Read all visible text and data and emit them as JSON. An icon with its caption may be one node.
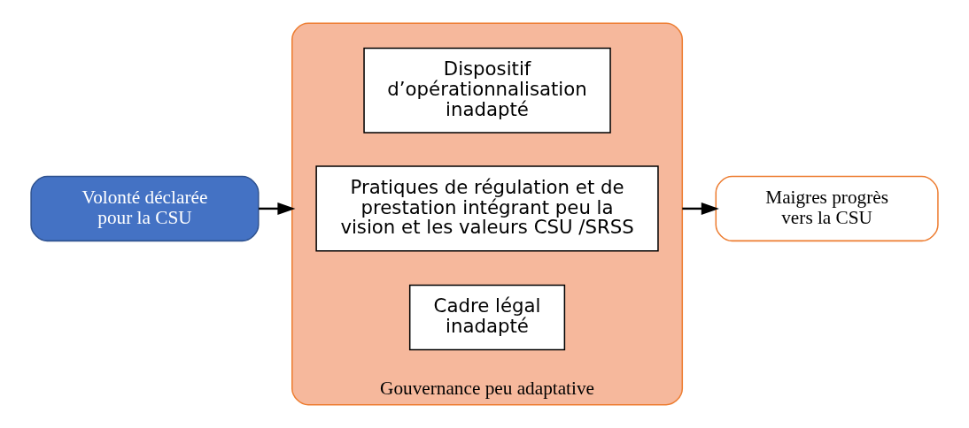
{
  "diagram": {
    "nodes": [
      {
        "text": [
          "Volonté déclarée pour la CSU"
        ]
      },
      {
        "text": [
          "Gouvernance peu adaptative"
        ]
      },
      {
        "text": [
          "Cadre légal inadapté"
        ],
        "in": 1
      },
      {
        "text": [
          "Pratiques de régulation et de prestation intégrant peu la vision et les valeurs CSU /SRSS"
        ],
        "in": 1
      },
      {
        "text": [
          "Dispositif d’opérationnalisation inadapté"
        ],
        "in": 1
      },
      {
        "text": [
          "Maigres progrès vers la CSU"
        ]
      }
    ],
    "edges": [
      {
        "from": 0,
        "to": 1,
        "arrow": "to"
      },
      {
        "from": 1,
        "to": 5,
        "arrow": "to"
      }
    ]
  }
}
